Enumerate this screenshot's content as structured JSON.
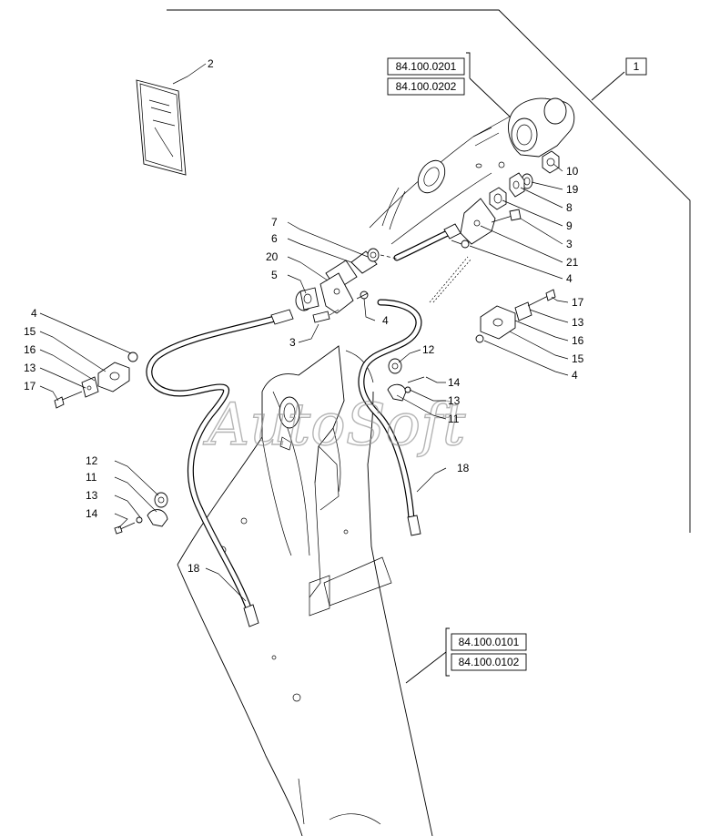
{
  "references": {
    "upper_1": "84.100.0201",
    "upper_2": "84.100.0202",
    "lower_1": "84.100.0101",
    "lower_2": "84.100.0102",
    "assembly": "1"
  },
  "watermark": "AutoSoft",
  "callouts": {
    "c2": "2",
    "c10": "10",
    "c19": "19",
    "c8": "8",
    "c9": "9",
    "c3a": "3",
    "c21": "21",
    "c4a": "4",
    "c7": "7",
    "c6": "6",
    "c20": "20",
    "c5": "5",
    "c4b": "4",
    "c3b": "3",
    "c17a": "17",
    "c13a": "13",
    "c16a": "16",
    "c15a": "15",
    "c4c": "4",
    "c4d": "4",
    "c15b": "15",
    "c16b": "16",
    "c13b": "13",
    "c17b": "17",
    "c12a": "12",
    "c14a": "14",
    "c13c": "13",
    "c11a": "11",
    "c18a": "18",
    "c12b": "12",
    "c11b": "11",
    "c13d": "13",
    "c14b": "14",
    "c18b": "18"
  }
}
